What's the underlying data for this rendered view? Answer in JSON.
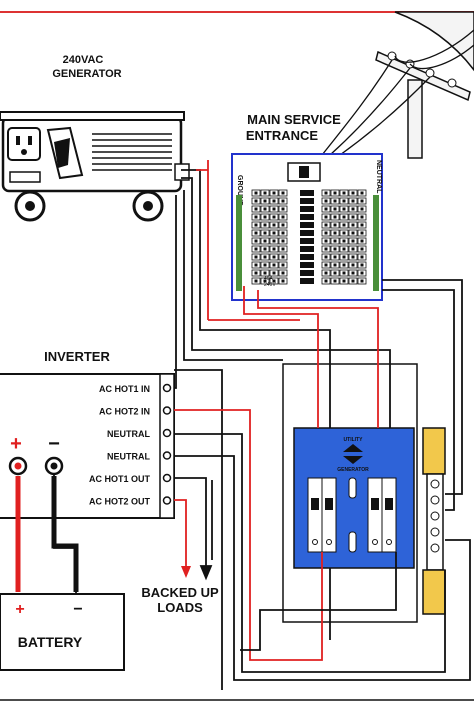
{
  "generator": {
    "title_line1": "240VAC",
    "title_line2": "GENERATOR"
  },
  "main_service": {
    "title_line1": "MAIN SERVICE",
    "title_line2": "ENTRANCE",
    "side_left": "GROUND",
    "side_right": "NEUTRAL"
  },
  "inverter": {
    "title": "INVERTER",
    "terminals": [
      "AC HOT1 IN",
      "AC HOT2 IN",
      "NEUTRAL",
      "NEUTRAL",
      "AC HOT1 OUT",
      "AC HOT2 OUT"
    ]
  },
  "battery": {
    "title": "BATTERY",
    "plus": "+",
    "minus": "−",
    "post_plus": "+",
    "post_minus": "−"
  },
  "loads": {
    "line1": "BACKED UP",
    "line2": "LOADS"
  },
  "transfer_switch": {
    "top_label": "UTILITY",
    "bottom_label": "GENERATOR"
  },
  "colors": {
    "hot": "#e02020",
    "neutral": "#111111",
    "panel_blue": "#2e63d8",
    "busbar_yellow": "#f2c84b"
  }
}
